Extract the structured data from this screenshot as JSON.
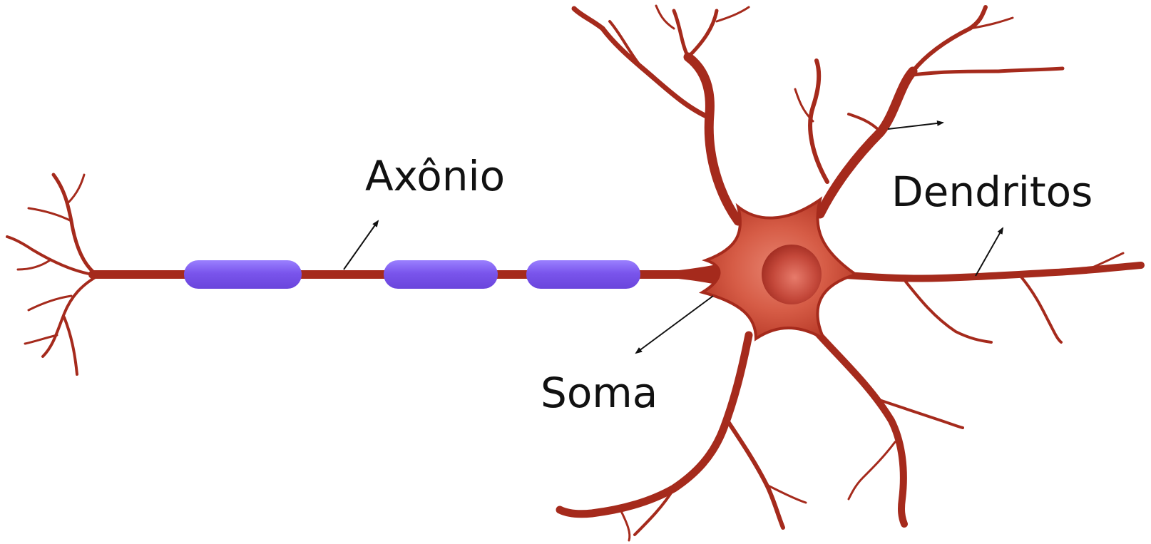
{
  "labels": {
    "axon": "Axônio",
    "dendrites": "Dendritos",
    "soma": "Soma"
  },
  "colors": {
    "neuron": "#a52a1c",
    "soma_fill": "#d95a45",
    "nucleus": "#b8342a",
    "myelin": "#7b52e8",
    "myelin_highlight": "#a889ff",
    "arrow": "#111111",
    "background": "#ffffff"
  }
}
